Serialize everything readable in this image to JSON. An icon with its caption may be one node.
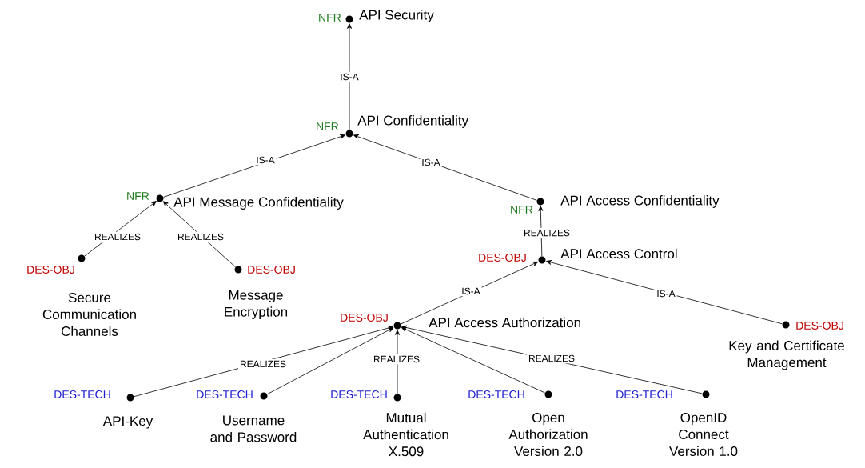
{
  "diagram": {
    "nodes": [
      {
        "text": [
          "NFR",
          "API Security"
        ]
      },
      {
        "text": [
          "NFR",
          "API Confidentiality"
        ]
      },
      {
        "text": [
          "NFR",
          "API Message Confidentiality"
        ]
      },
      {
        "text": [
          "NFR",
          "API Access Confidentiality"
        ]
      },
      {
        "text": [
          "DES-OBJ",
          "Secure Communication Channels"
        ]
      },
      {
        "text": [
          "DES-OBJ",
          "Message Encryption"
        ]
      },
      {
        "text": [
          "DES-OBJ",
          "API Access Control"
        ]
      },
      {
        "text": [
          "DES-OBJ",
          "API Access Authorization"
        ]
      },
      {
        "text": [
          "DES-OBJ",
          "Key and Certificate Management"
        ]
      },
      {
        "text": [
          "DES-TECH",
          "API-Key"
        ]
      },
      {
        "text": [
          "DES-TECH",
          "Username and Password"
        ]
      },
      {
        "text": [
          "DES-TECH",
          "Mutual Authentication X.509"
        ]
      },
      {
        "text": [
          "DES-TECH",
          "Open Authorization Version 2.0"
        ]
      },
      {
        "text": [
          "DES-TECH",
          "OpenID Connect Version 1.0"
        ]
      }
    ],
    "edges": [
      {
        "from": 1,
        "to": 0,
        "arrow": "to",
        "label": "IS-A"
      },
      {
        "from": 2,
        "to": 1,
        "arrow": "to",
        "label": "IS-A"
      },
      {
        "from": 3,
        "to": 1,
        "arrow": "to",
        "label": "IS-A"
      },
      {
        "from": 4,
        "to": 2,
        "arrow": "to",
        "label": "REALIZES"
      },
      {
        "from": 5,
        "to": 2,
        "arrow": "to",
        "label": "REALIZES"
      },
      {
        "from": 6,
        "to": 3,
        "arrow": "to",
        "label": "REALIZES"
      },
      {
        "from": 7,
        "to": 6,
        "arrow": "to",
        "label": "IS-A"
      },
      {
        "from": 8,
        "to": 6,
        "arrow": "to",
        "label": "IS-A"
      },
      {
        "from": 9,
        "to": 7,
        "arrow": "to",
        "label": "REALIZES"
      },
      {
        "from": 10,
        "to": 7,
        "arrow": "to"
      },
      {
        "from": 11,
        "to": 7,
        "arrow": "to",
        "label": "REALIZES"
      },
      {
        "from": 12,
        "to": 7,
        "arrow": "to"
      },
      {
        "from": 13,
        "to": 7,
        "arrow": "to",
        "label": "REALIZES"
      }
    ]
  }
}
